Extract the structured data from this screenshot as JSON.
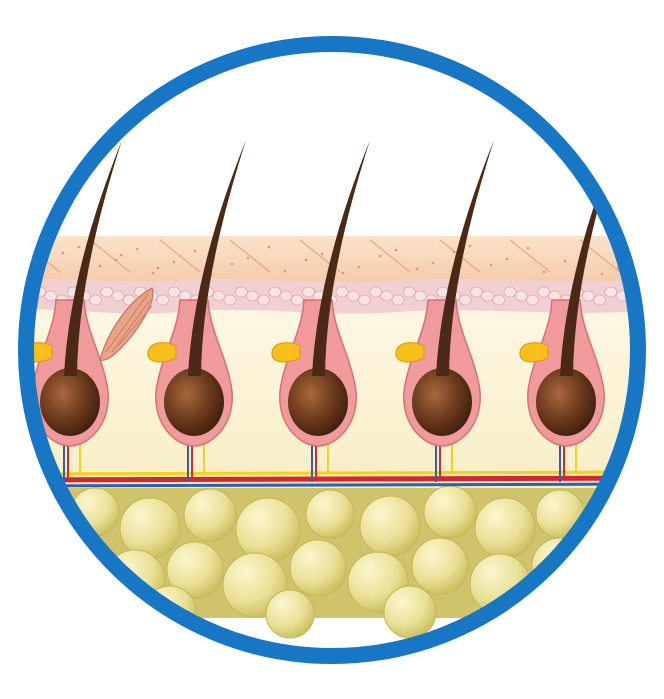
{
  "diagram": {
    "subject": "hair-follicles-skin-cross-section",
    "follicle_count": 5,
    "layers": [
      "skin-surface",
      "epidermis",
      "dermis",
      "blood-vessels",
      "subcutaneous-fat"
    ],
    "colors": {
      "frame_ring": "#1877c4",
      "skin_surface": "#f7d3b4",
      "epidermis": "#f2cfd2",
      "dermis": "#fbf4d8",
      "follicle_sheath": "#f19a9c",
      "hair_bulb": "#6b3a1c",
      "hair_shaft": "#4a2a14",
      "sebaceous_gland": "#f6bf1c",
      "artery": "#d7262b",
      "nerve": "#f5d020",
      "vein": "#2f5fb3",
      "fat_lobules": "#e6df8c",
      "fat_background": "#cfc46b",
      "arrector_muscle": "#e7a488"
    }
  }
}
